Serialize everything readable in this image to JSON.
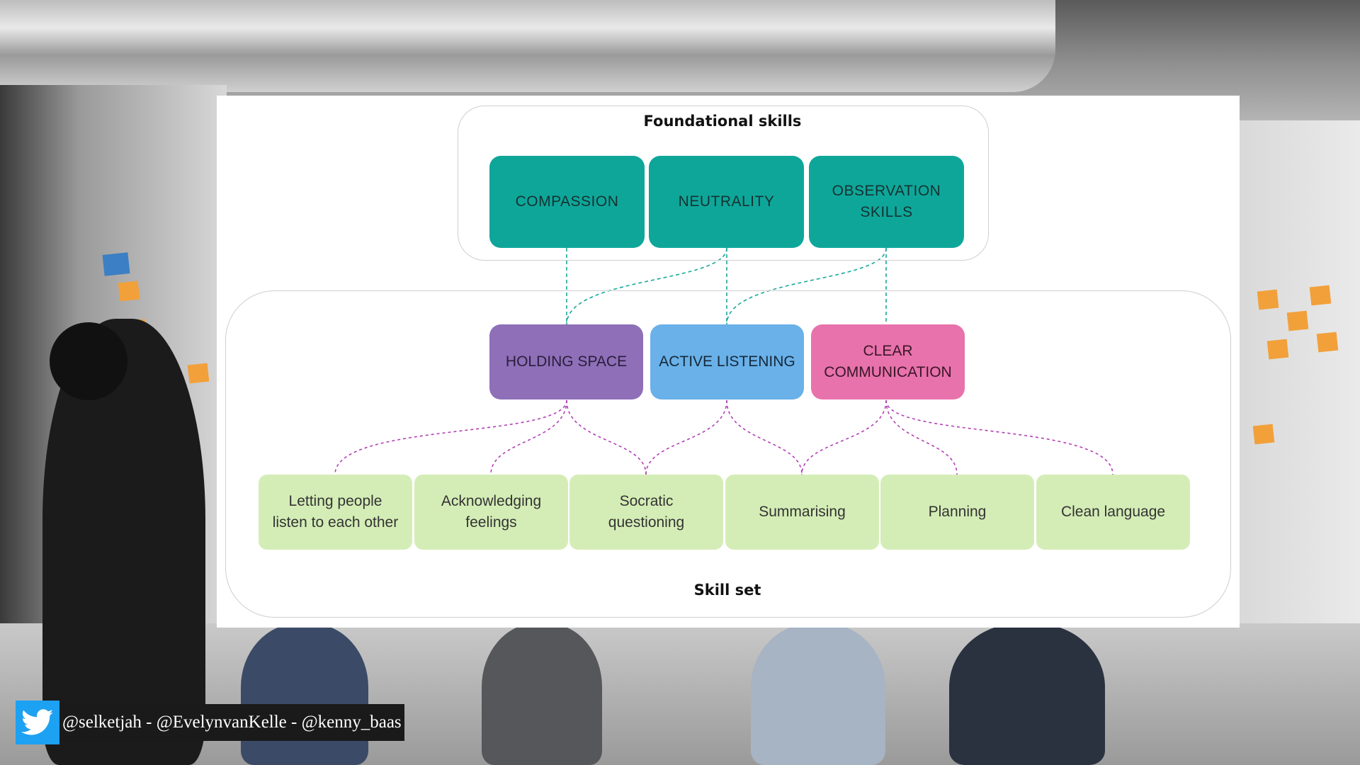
{
  "foundational": {
    "title": "Foundational skills",
    "items": [
      "COMPASSION",
      "NEUTRALITY",
      "OBSERVATION\nSKILLS"
    ]
  },
  "core": {
    "items": [
      "HOLDING SPACE",
      "ACTIVE LISTENING",
      "CLEAR\nCOMMUNICATION"
    ]
  },
  "skillset": {
    "title": "Skill set",
    "items": [
      "Letting people\nlisten to each other",
      "Acknowledging\nfeelings",
      "Socratic\nquestioning",
      "Summarising",
      "Planning",
      "Clean language"
    ]
  },
  "footer": {
    "handles": "@selketjah - @EvelynvanKelle - @kenny_baas",
    "icon": "twitter-icon"
  },
  "colors": {
    "foundational": "#0fa69a",
    "holding_space": "#8e6fb8",
    "active_listening": "#69b1e8",
    "clear_communication": "#e872ac",
    "skills": "#d4edb6",
    "teal_connector": "#19a89a",
    "purple_connector": "#b23fb5"
  }
}
